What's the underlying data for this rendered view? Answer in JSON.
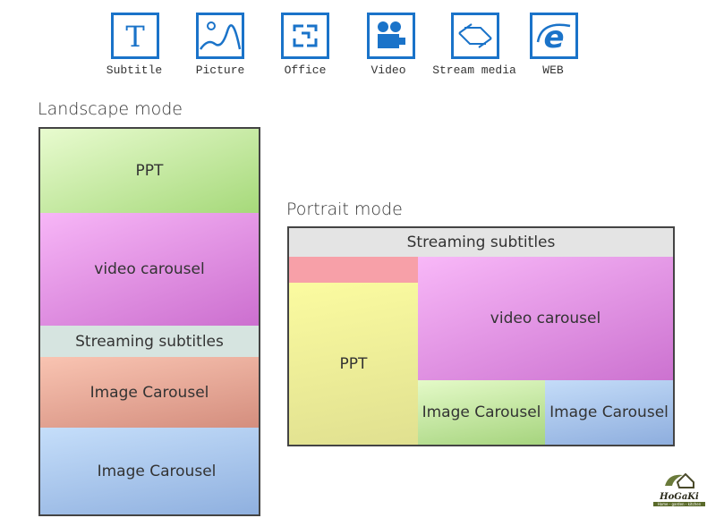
{
  "icons": [
    {
      "label": "Subtitle",
      "icon": "text-t-icon"
    },
    {
      "label": "Picture",
      "icon": "picture-icon"
    },
    {
      "label": "Office",
      "icon": "office-icon"
    },
    {
      "label": "Video",
      "icon": "video-camera-icon"
    },
    {
      "label": "Stream media",
      "icon": "stream-media-icon"
    },
    {
      "label": "WEB",
      "icon": "web-browser-icon"
    }
  ],
  "landscape": {
    "title": "Landscape mode",
    "blocks": [
      "PPT",
      "video carousel",
      "Streaming subtitles",
      "Image Carousel",
      "Image Carousel"
    ]
  },
  "portrait": {
    "title": "Portrait mode",
    "blocks": {
      "subtitles": "Streaming subtitles",
      "ppt": "PPT",
      "video": "video carousel",
      "image1": "Image Carousel",
      "image2": "Image Carousel"
    }
  },
  "logo": {
    "name": "HoGaKi",
    "tagline": "Home - garden - kitchen"
  },
  "colors": {
    "accent": "#1a73c9"
  }
}
